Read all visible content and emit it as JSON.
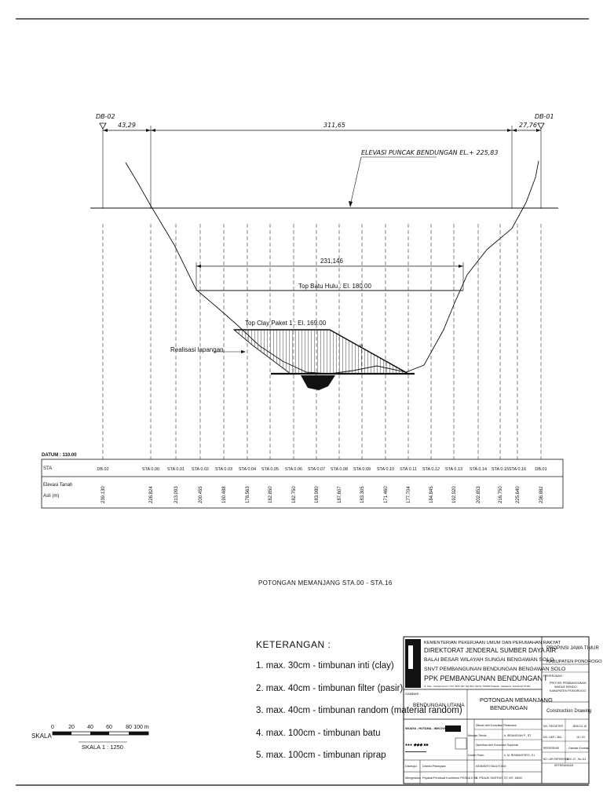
{
  "drawing": {
    "caption": "POTONGAN MEMANJANG STA.00 - STA.16",
    "markers": [
      "DB-02",
      "DB-01"
    ],
    "dimensions": [
      "43,29",
      "311,65",
      "27,76",
      "231,146"
    ],
    "crest_label": "ELEVASI PUNCAK BENDUNGAN EL.+ 225,83",
    "top_batu_label": "Top Batu Hulu : El. 180.00",
    "top_clay_label": "Top Clay Paket 1 : El. 169.00",
    "realisasi_label": "Realisasi lapangan",
    "datum": "DATUM : 110.00"
  },
  "profile_table": {
    "row1_label": "STA",
    "row2_label_1": "Elevasi Tanah",
    "row2_label_2": "Asli (m)",
    "stations": [
      "DB.02",
      "STA 0.00",
      "STA 0.01",
      "STA 0.02",
      "STA 0.03",
      "STA 0.04",
      "STA 0.05",
      "STA 0.06",
      "STA 0.07",
      "STA 0.08",
      "STA 0.09",
      "STA 0.10",
      "STA 0.11",
      "STA 0.12",
      "STA 0.13",
      "STA 0.14",
      "STA 0.15",
      "STA 0.16",
      "DB.01"
    ],
    "elevations": [
      "239.130",
      "226.824",
      "213.093",
      "200.455",
      "190.488",
      "178.563",
      "182.850",
      "182.750",
      "183.980",
      "187.607",
      "183.305",
      "171.460",
      "177.704",
      "184.845",
      "192.920",
      "202.853",
      "216.750",
      "225.640",
      "236.882"
    ]
  },
  "scale": {
    "label": "SKALA",
    "ticks": [
      "0",
      "20",
      "40",
      "60",
      "80",
      "100 m"
    ],
    "ratio": "SKALA 1 : 1250"
  },
  "legend": {
    "title": "KETERANGAN :",
    "items": [
      "1. max. 30cm - timbunan inti (clay)",
      "2. max. 40cm - timbunan filter (pasir)",
      "3. max. 40cm - timbunan random (material random)",
      "4. max. 100cm - timbunan batu",
      "5. max. 100cm - timbunan riprap"
    ]
  },
  "title_block": {
    "org_lines": [
      "KEMENTERIAN PEKERJAAN UMUM DAN PERUMAHAN RAKYAT",
      "DIREKTORAT JENDERAL SUMBER DAYA AIR",
      "BALAI BESAR WILAYAH SUNGAI BENGAWAN SOLO",
      "SNVT PEMBANGUNAN BENDUNGAN BENGAWAN SOLO",
      "PPK PEMBANGUNAN BENDUNGAN I"
    ],
    "address": "Jl. Solo - Kartasura km.7 PO. BOX 267 Kep.Box (0271) 763459 Pabelan, Kartasura, Sukoharjo 57162",
    "province": "PROPINSI JAWA TIMUR",
    "regency": "KABUPATEN PONOROGO",
    "pekerjaan_label": "PEKERJAAN :",
    "project_lines": [
      "PROYEK PEMBANGUNAN",
      "WADUK BENDO",
      "KABUPATEN PONOROGO"
    ],
    "construction": "Construction Drawing",
    "gambar_label": "GAMBAR :",
    "gambar_value": "BENDUNGAN UTAMA",
    "title_lines": [
      "POTONGAN MEMANJANG",
      "BENDUNGAN"
    ],
    "contractor": "WIJAYA - HUTAMA - WIKOYA KSO",
    "roles": [
      {
        "label": "Manajer Teknik",
        "value": "Ir. IRDANSYAH P., ST"
      },
      {
        "label": "Leader Team",
        "value": "Ir. M. RISWANTORO, S.t"
      },
      {
        "label": "Disetujui",
        "value": "KEMANTO MULYONO"
      },
      {
        "label": "Mengetahui",
        "value": "Ir. FRAUD SINTRIO, ST, MT, MDM"
      }
    ],
    "role_headers": [
      "Dibuat oleh Konsultan Pelaksana",
      "Diperiksa oleh Konsultan Supervisi"
    ],
    "checked": [
      "Direksi Pekerjaan",
      "Pejabat Pembuat Komitmen PKSDA II IIB"
    ],
    "meta_rows": [
      {
        "label": "NO. REGISTER",
        "value": "BND.01.16"
      },
      {
        "label": "NO. LBR / JML",
        "value": "16 / 20"
      },
      {
        "label": "REFERENSI",
        "value": "Gambar Kontrak"
      },
      {
        "label": "NO. LBR REFERENSI",
        "value": "BDC-07 - No.114"
      }
    ],
    "keterangan": "KETERANGAN"
  }
}
